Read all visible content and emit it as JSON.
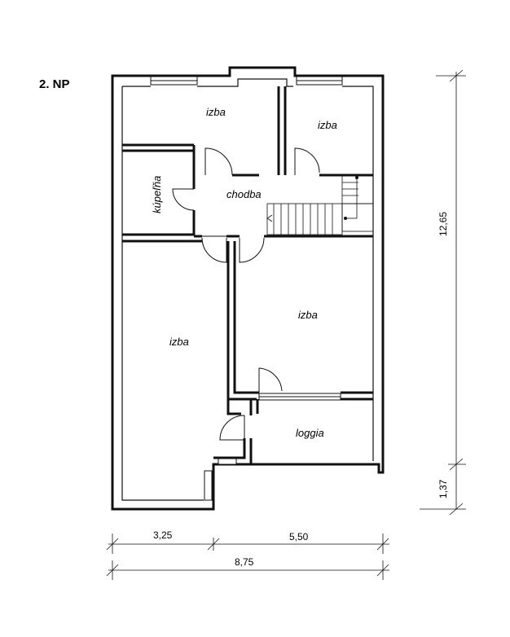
{
  "floor_title": "2. NP",
  "rooms": {
    "bedroom_top_left": "izba",
    "bedroom_top_right": "izba",
    "bathroom": "kúpeľňa",
    "hallway": "chodba",
    "bedroom_middle": "izba",
    "bedroom_left": "izba",
    "loggia": "loggia"
  },
  "dimensions": {
    "height_total": "12,65",
    "height_lower": "1,37",
    "width_left": "3,25",
    "width_right": "5,50",
    "width_total": "8,75"
  }
}
